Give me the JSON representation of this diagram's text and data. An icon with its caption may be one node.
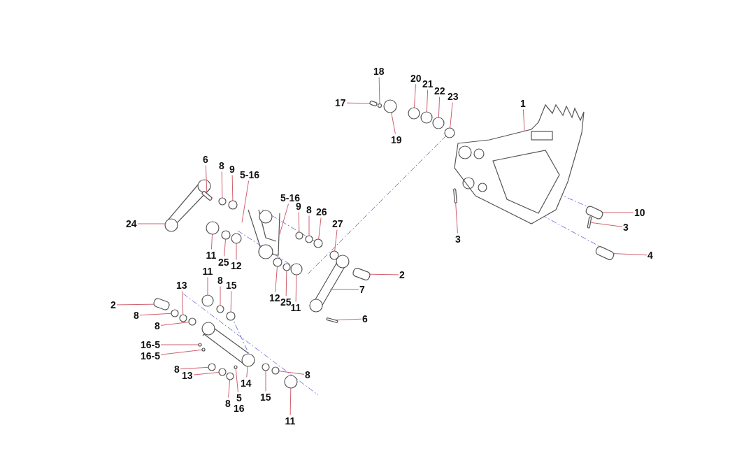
{
  "diagram": {
    "nodes": [
      {
        "text": [
          "18"
        ]
      },
      {
        "text": [
          "17"
        ]
      },
      {
        "text": [
          "19"
        ]
      },
      {
        "text": [
          "20"
        ]
      },
      {
        "text": [
          "21"
        ]
      },
      {
        "text": [
          "22"
        ]
      },
      {
        "text": [
          "23"
        ]
      },
      {
        "text": [
          "1"
        ]
      },
      {
        "text": [
          "10"
        ]
      },
      {
        "text": [
          "3"
        ]
      },
      {
        "text": [
          "4"
        ]
      },
      {
        "text": [
          "3"
        ]
      },
      {
        "text": [
          "6"
        ]
      },
      {
        "text": [
          "8"
        ]
      },
      {
        "text": [
          "9"
        ]
      },
      {
        "text": [
          "5-16"
        ]
      },
      {
        "text": [
          "24"
        ]
      },
      {
        "text": [
          "5-16"
        ]
      },
      {
        "text": [
          "9"
        ]
      },
      {
        "text": [
          "8"
        ]
      },
      {
        "text": [
          "26"
        ]
      },
      {
        "text": [
          "27"
        ]
      },
      {
        "text": [
          "11"
        ]
      },
      {
        "text": [
          "25"
        ]
      },
      {
        "text": [
          "12"
        ]
      },
      {
        "text": [
          "12"
        ]
      },
      {
        "text": [
          "25"
        ]
      },
      {
        "text": [
          "11"
        ]
      },
      {
        "text": [
          "2"
        ]
      },
      {
        "text": [
          "7"
        ]
      },
      {
        "text": [
          "6"
        ]
      },
      {
        "text": [
          "11"
        ]
      },
      {
        "text": [
          "8"
        ]
      },
      {
        "text": [
          "15"
        ]
      },
      {
        "text": [
          "13"
        ]
      },
      {
        "text": [
          "2"
        ]
      },
      {
        "text": [
          "8"
        ]
      },
      {
        "text": [
          "8"
        ]
      },
      {
        "text": [
          "16-5"
        ]
      },
      {
        "text": [
          "16-5"
        ]
      },
      {
        "text": [
          "8"
        ]
      },
      {
        "text": [
          "13"
        ]
      },
      {
        "text": [
          "8"
        ]
      },
      {
        "text": [
          "5",
          "16"
        ]
      },
      {
        "text": [
          "14"
        ]
      },
      {
        "text": [
          "15"
        ]
      },
      {
        "text": [
          "8"
        ]
      },
      {
        "text": [
          "11"
        ]
      },
      {
        "text": [],
        "shape": "bar"
      },
      {
        "text": [],
        "shape": "circle"
      },
      {
        "text": [],
        "shape": "circle"
      },
      {
        "text": [],
        "shape": "circle"
      },
      {
        "text": [],
        "shape": "circle"
      },
      {
        "text": [],
        "shape": "bar"
      },
      {
        "text": [],
        "shape": "bar"
      },
      {
        "text": [],
        "shape": "circle"
      },
      {
        "text": [],
        "shape": "circle"
      },
      {
        "text": [],
        "shape": "circle"
      },
      {
        "text": [],
        "shape": "circle"
      },
      {
        "text": [],
        "shape": "circle"
      },
      {
        "text": [],
        "shape": "circle"
      },
      {
        "text": [],
        "shape": "bar"
      },
      {
        "text": [],
        "shape": "circle"
      },
      {
        "text": [],
        "shape": "circle"
      },
      {
        "text": [],
        "shape": "circle"
      },
      {
        "text": [],
        "shape": "circle"
      },
      {
        "text": [],
        "shape": "circle"
      },
      {
        "text": [],
        "shape": "bar"
      },
      {
        "text": [],
        "shape": "bar"
      },
      {
        "text": [],
        "shape": "bar"
      },
      {
        "text": [],
        "shape": "bar"
      },
      {
        "text": [],
        "shape": "circle"
      },
      {
        "text": [],
        "shape": "circle"
      },
      {
        "text": [],
        "shape": "circle"
      },
      {
        "text": [],
        "shape": "circle"
      },
      {
        "text": [],
        "shape": "circle"
      },
      {
        "text": [],
        "shape": "circle"
      },
      {
        "text": [],
        "shape": "circle"
      },
      {
        "text": [],
        "shape": "circle"
      },
      {
        "text": [],
        "shape": "circle"
      },
      {
        "text": [],
        "shape": "bar"
      },
      {
        "text": [],
        "shape": "circle"
      },
      {
        "text": [],
        "shape": "circle"
      },
      {
        "text": [],
        "shape": "circle"
      },
      {
        "text": [],
        "shape": "circle"
      },
      {
        "text": [],
        "shape": "circle"
      },
      {
        "text": [],
        "shape": "circle"
      },
      {
        "text": [],
        "shape": "circle"
      },
      {
        "text": [],
        "shape": "circle"
      },
      {
        "text": [],
        "shape": "circle"
      },
      {
        "text": [],
        "shape": "circle"
      }
    ],
    "edges": [
      {
        "from": 0,
        "to": 60,
        "arrow": "none"
      },
      {
        "from": 1,
        "to": 61,
        "arrow": "none"
      },
      {
        "from": 2,
        "to": 62,
        "arrow": "none"
      },
      {
        "from": 3,
        "to": 63,
        "arrow": "none"
      },
      {
        "from": 4,
        "to": 64,
        "arrow": "none"
      },
      {
        "from": 5,
        "to": 65,
        "arrow": "none"
      },
      {
        "from": 6,
        "to": 66,
        "arrow": "none"
      },
      {
        "from": 7,
        "to": null,
        "arrow": "none"
      },
      {
        "from": 8,
        "to": 67,
        "arrow": "none"
      },
      {
        "from": 9,
        "to": 68,
        "arrow": "none"
      },
      {
        "from": 10,
        "to": 69,
        "arrow": "none"
      },
      {
        "from": 11,
        "to": 70,
        "arrow": "none"
      },
      {
        "from": 12,
        "to": 48,
        "arrow": "none"
      },
      {
        "from": 13,
        "to": 71,
        "arrow": "none"
      },
      {
        "from": 14,
        "to": 72,
        "arrow": "none"
      },
      {
        "from": 15,
        "to": null,
        "arrow": "none"
      },
      {
        "from": 16,
        "to": null,
        "arrow": "none"
      },
      {
        "from": 17,
        "to": null,
        "arrow": "none"
      },
      {
        "from": 18,
        "to": 73,
        "arrow": "none"
      },
      {
        "from": 19,
        "to": 74,
        "arrow": "none"
      },
      {
        "from": 20,
        "to": 49,
        "arrow": "none"
      },
      {
        "from": 21,
        "to": 75,
        "arrow": "none"
      },
      {
        "from": 22,
        "to": 76,
        "arrow": "none"
      },
      {
        "from": 23,
        "to": 50,
        "arrow": "none"
      },
      {
        "from": 24,
        "to": 51,
        "arrow": "none"
      },
      {
        "from": 25,
        "to": 77,
        "arrow": "none"
      },
      {
        "from": 26,
        "to": 78,
        "arrow": "none"
      },
      {
        "from": 27,
        "to": 79,
        "arrow": "none"
      },
      {
        "from": 28,
        "to": 53,
        "arrow": "none"
      },
      {
        "from": 29,
        "to": null,
        "arrow": "none"
      },
      {
        "from": 30,
        "to": 80,
        "arrow": "none"
      },
      {
        "from": 31,
        "to": 52,
        "arrow": "none"
      },
      {
        "from": 32,
        "to": 81,
        "arrow": "none"
      },
      {
        "from": 33,
        "to": 82,
        "arrow": "none"
      },
      {
        "from": 34,
        "to": 83,
        "arrow": "none"
      },
      {
        "from": 35,
        "to": 54,
        "arrow": "none"
      },
      {
        "from": 36,
        "to": 55,
        "arrow": "none"
      },
      {
        "from": 37,
        "to": 84,
        "arrow": "none"
      },
      {
        "from": 38,
        "to": 85,
        "arrow": "none"
      },
      {
        "from": 39,
        "to": 86,
        "arrow": "none"
      },
      {
        "from": 40,
        "to": 87,
        "arrow": "none"
      },
      {
        "from": 41,
        "to": 56,
        "arrow": "none"
      },
      {
        "from": 42,
        "to": 57,
        "arrow": "none"
      },
      {
        "from": 43,
        "to": 88,
        "arrow": "none"
      },
      {
        "from": 44,
        "to": 90,
        "arrow": "none"
      },
      {
        "from": 45,
        "to": 58,
        "arrow": "none"
      },
      {
        "from": 46,
        "to": 89,
        "arrow": "none"
      },
      {
        "from": 47,
        "to": 59,
        "arrow": "none"
      }
    ]
  }
}
